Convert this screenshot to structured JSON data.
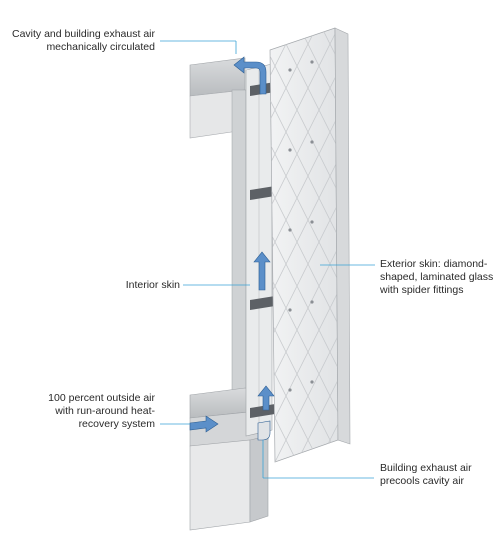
{
  "labels": {
    "cavity_exhaust": [
      "Cavity and building exhaust air",
      "mechanically circulated"
    ],
    "interior_skin": [
      "Interior skin"
    ],
    "exterior_skin": [
      "Exterior skin: diamond-",
      "shaped, laminated glass",
      "with spider fittings"
    ],
    "outside_air": [
      "100 percent outside air",
      "with run-around heat-",
      "recovery system"
    ],
    "building_exhaust": [
      "Building exhaust air",
      "precools cavity air"
    ]
  },
  "colors": {
    "leader_line": "#3aa3d6",
    "arrow_fill": "#5b8fc9",
    "structure": "#bfc2c5",
    "glass": "#eceeef"
  }
}
